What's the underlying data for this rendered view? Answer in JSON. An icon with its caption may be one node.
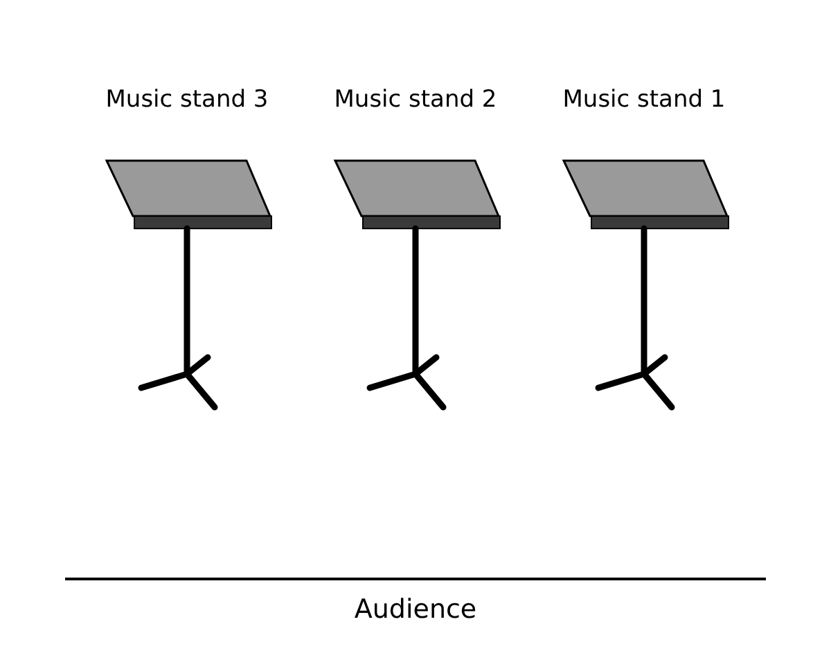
{
  "diagram": {
    "labels": [
      "Music stand 3",
      "Music stand 2",
      "Music stand 1",
      "Audience"
    ]
  }
}
